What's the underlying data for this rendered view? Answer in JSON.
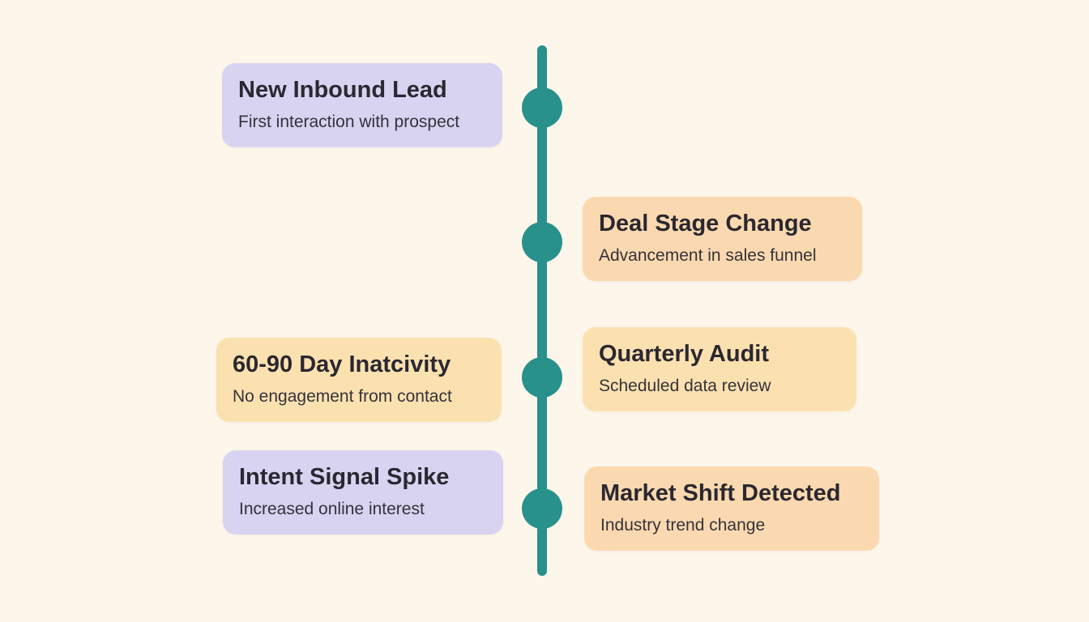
{
  "colors": {
    "background": "#fdf6ea",
    "axis": "#28918b",
    "purple_card": "#d9d3f2",
    "peach_card": "#fbd9b0",
    "yellow_card": "#fce1b0"
  },
  "events": [
    {
      "title": "New Inbound Lead",
      "subtitle": "First interaction with prospect",
      "side": "left",
      "color": "purple"
    },
    {
      "title": "Deal Stage Change",
      "subtitle": "Advancement in sales funnel",
      "side": "right",
      "color": "peach"
    },
    {
      "title": "60-90 Day Inatcivity",
      "subtitle": "No engagement from contact",
      "side": "left",
      "color": "yellow"
    },
    {
      "title": "Quarterly Audit",
      "subtitle": "Scheduled data review",
      "side": "right",
      "color": "yellow"
    },
    {
      "title": "Intent Signal Spike",
      "subtitle": "Increased online interest",
      "side": "left",
      "color": "purple"
    },
    {
      "title": "Market Shift Detected",
      "subtitle": "Industry trend change",
      "side": "right",
      "color": "peach"
    }
  ]
}
